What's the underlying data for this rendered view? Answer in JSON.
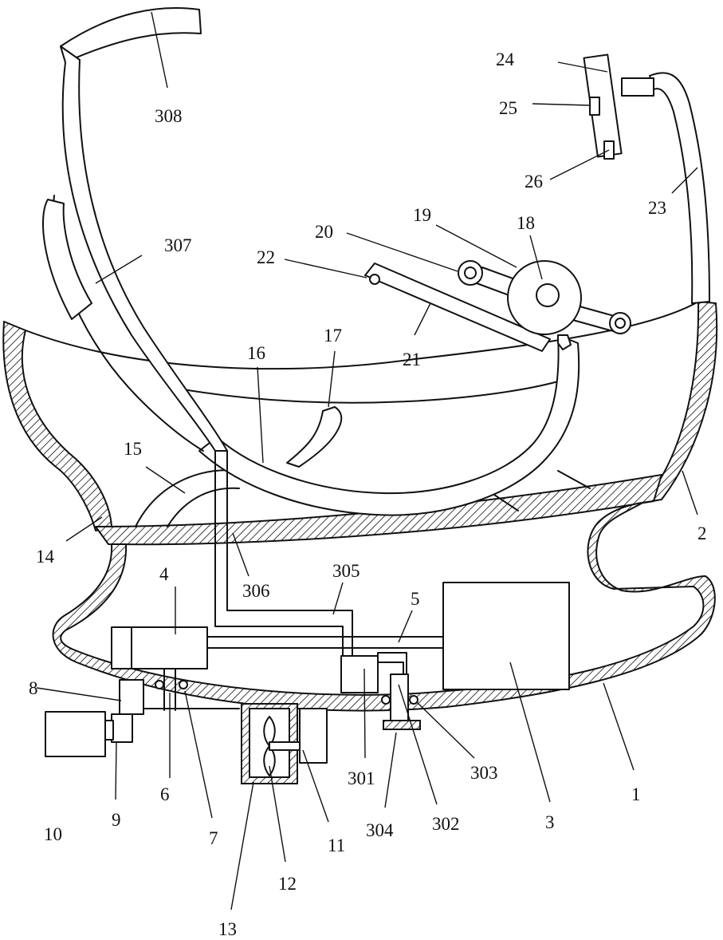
{
  "labels": {
    "l1": "1",
    "l2": "2",
    "l3": "3",
    "l4": "4",
    "l5": "5",
    "l6": "6",
    "l7": "7",
    "l8": "8",
    "l9": "9",
    "l10": "10",
    "l11": "11",
    "l12": "12",
    "l13": "13",
    "l14": "14",
    "l15": "15",
    "l16": "16",
    "l17": "17",
    "l18": "18",
    "l19": "19",
    "l20": "20",
    "l21": "21",
    "l22": "22",
    "l23": "23",
    "l24": "24",
    "l25": "25",
    "l26": "26",
    "l301": "301",
    "l302": "302",
    "l303": "303",
    "l304": "304",
    "l305": "305",
    "l306": "306",
    "l307": "307",
    "l308": "308"
  }
}
